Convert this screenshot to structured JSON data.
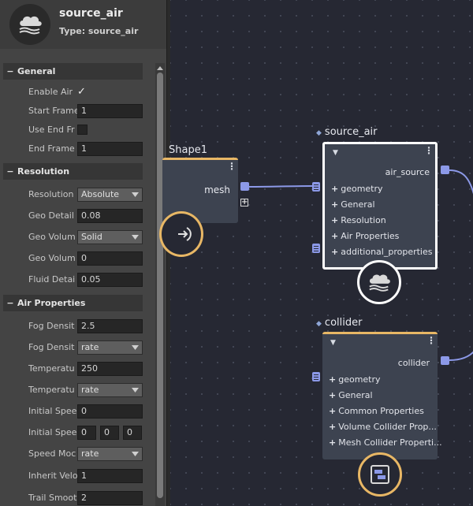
{
  "header": {
    "title": "source_air",
    "type": "Type: source_air",
    "icon": "cloud-icon"
  },
  "sections": {
    "general": {
      "title": "General",
      "enable_air_label": "Enable Air",
      "start_frame_label": "Start Frame",
      "start_frame_value": "1",
      "use_end_frame_label": "Use End Fr",
      "end_frame_label": "End Frame",
      "end_frame_value": "1"
    },
    "resolution": {
      "title": "Resolution",
      "resolution_label": "Resolution",
      "resolution_value": "Absolute",
      "geo_detail_label": "Geo Detail",
      "geo_detail_value": "0.08",
      "geo_volume_label": "Geo Volum",
      "geo_volume_value": "Solid",
      "geo_volume2_label": "Geo Volum",
      "geo_volume2_value": "0",
      "fluid_detail_label": "Fluid Detai",
      "fluid_detail_value": "0.05"
    },
    "air_properties": {
      "title": "Air Properties",
      "fog_density_label": "Fog Densit",
      "fog_density_value": "2.5",
      "fog_density_mode_label": "Fog Densit",
      "fog_density_mode_value": "rate",
      "temperature_label": "Temperatu",
      "temperature_value": "250",
      "temperature_mode_label": "Temperatu",
      "temperature_mode_value": "rate",
      "initial_speed_label": "Initial Spee",
      "initial_speed_value": "0",
      "initial_speed_vec_label": "Initial Spee",
      "initial_speed_vec": [
        "0",
        "0",
        "0"
      ],
      "speed_mode_label": "Speed Moc",
      "speed_mode_value": "rate",
      "inherit_velocity_label": "Inherit Velo",
      "inherit_velocity_value": "1",
      "trail_smooth_label": "Trail Smoot",
      "trail_smooth_value": "2"
    }
  },
  "graph": {
    "shape_node": {
      "title": "Shape1",
      "output": "mesh"
    },
    "source_air_node": {
      "title": "source_air",
      "output": "air_source",
      "attributes": [
        "geometry",
        "General",
        "Resolution",
        "Air Properties",
        "additional_properties"
      ],
      "icon": "cloud-icon"
    },
    "collider_node": {
      "title": "collider",
      "output": "collider",
      "attributes": [
        "geometry",
        "General",
        "Common Properties",
        "Volume Collider Prop...",
        "Mesh Collider Properti..."
      ],
      "icon": "collider-icon"
    },
    "colors": {
      "selected_border": "#ffffff",
      "node_accent": "#e8b765",
      "port": "#8c99e8",
      "wire": "#8c99e8"
    }
  }
}
